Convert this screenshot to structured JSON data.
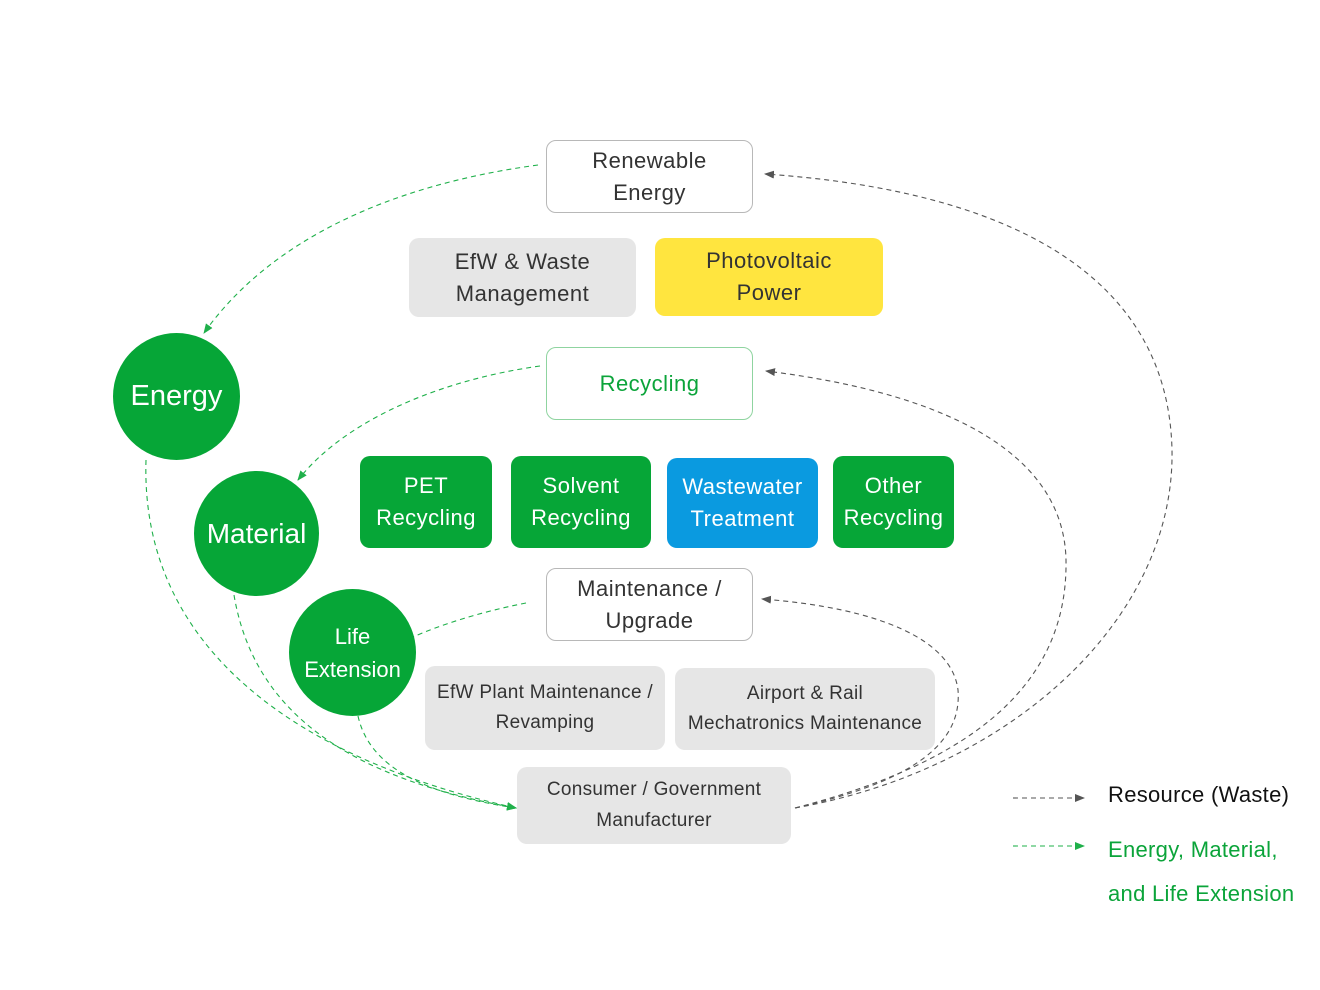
{
  "nodes": {
    "renewable_energy": "Renewable\nEnergy",
    "efw_waste": "EfW & Waste\nManagement",
    "photovoltaic": "Photovoltaic\nPower",
    "recycling": "Recycling",
    "pet": "PET\nRecycling",
    "solvent": "Solvent\nRecycling",
    "wastewater": "Wastewater\nTreatment",
    "other": "Other\nRecycling",
    "maintenance": "Maintenance /\nUpgrade",
    "efw_plant": "EfW Plant Maintenance /\nRevamping",
    "airport_rail": "Airport & Rail\nMechatronics Maintenance",
    "consumer": "Consumer / Government\nManufacturer"
  },
  "circles": {
    "energy": "Energy",
    "material": "Material",
    "life_extension": "Life\nExtension"
  },
  "legend": {
    "resource": "Resource (Waste)",
    "energy_material": "Energy, Material,\nand Life Extension"
  },
  "colors": {
    "green": "#06a637",
    "blue": "#0a9ae0",
    "yellow": "#ffe53f",
    "gray_box": "#e6e6e6",
    "resource_line": "#555555",
    "benefit_line": "#1fb04a"
  }
}
